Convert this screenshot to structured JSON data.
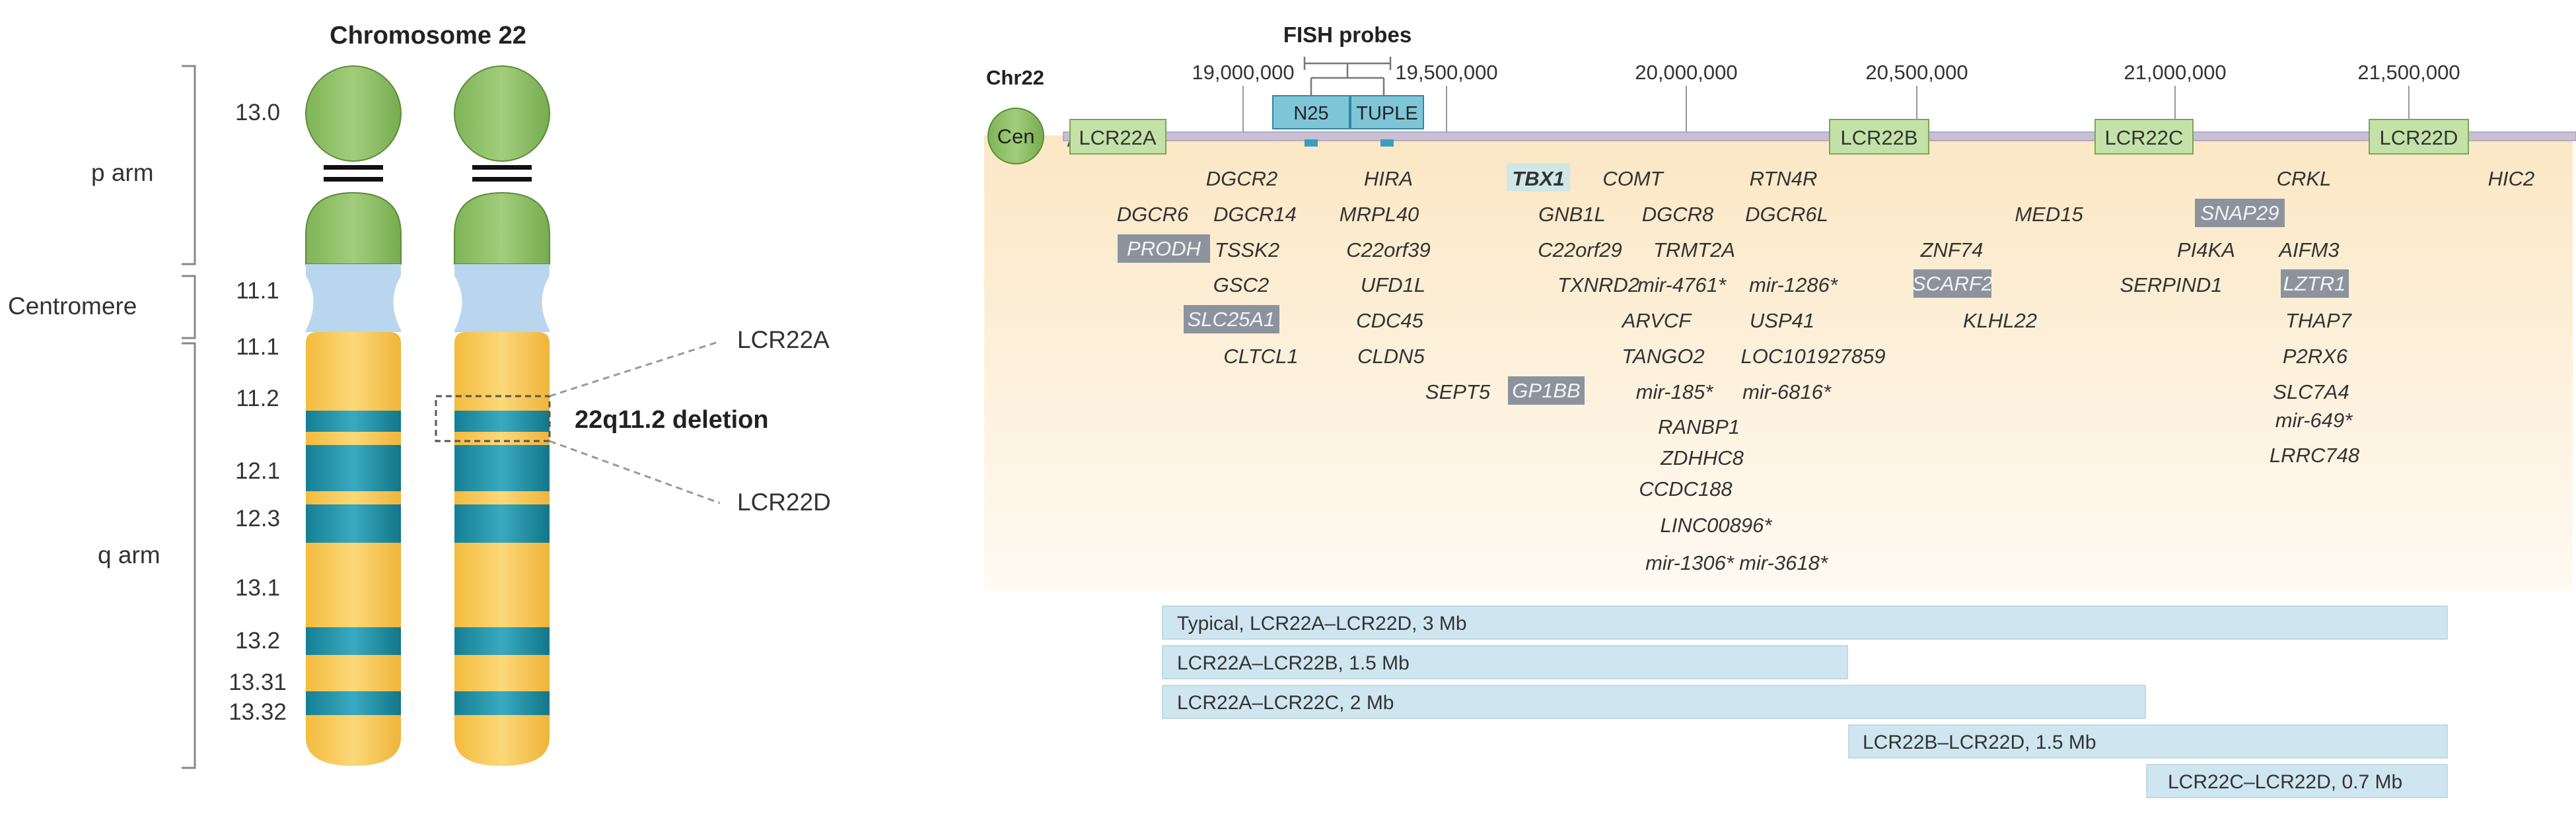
{
  "chromosome_panel": {
    "title": "Chromosome 22",
    "band_labels": [
      "13.0",
      "11.1",
      "11.1",
      "11.2",
      "12.1",
      "12.3",
      "13.1",
      "13.2",
      "13.31",
      "13.32"
    ],
    "region_labels": {
      "p_arm": "p arm",
      "centromere": "Centromere",
      "q_arm": "q arm"
    },
    "callouts": {
      "lcr22a": "LCR22A",
      "lcr22d": "LCR22D",
      "deletion": "22q11.2 deletion"
    }
  },
  "map_panel": {
    "fish_title": "FISH probes",
    "chr_label": "Chr22",
    "positions": [
      "19,000,000",
      "19,500,000",
      "20,000,000",
      "20,500,000",
      "21,000,000",
      "21,500,000"
    ],
    "centromere_label": "Cen",
    "lcr_labels": [
      "LCR22A",
      "LCR22B",
      "LCR22C",
      "LCR22D"
    ],
    "probe_labels": [
      "N25",
      "TUPLE"
    ],
    "genes": [
      "DGCR2",
      "HIRA",
      "TBX1",
      "COMT",
      "RTN4R",
      "CRKL",
      "HIC2",
      "DGCR6",
      "DGCR14",
      "MRPL40",
      "GNB1L",
      "DGCR8",
      "DGCR6L",
      "MED15",
      "SNAP29",
      "PRODH",
      "TSSK2",
      "C22orf39",
      "C22orf29",
      "TRMT2A",
      "ZNF74",
      "PI4KA",
      "AIFM3",
      "GSC2",
      "UFD1L",
      "TXNRD2",
      "mir-4761*",
      "mir-1286*",
      "SCARF2",
      "SERPIND1",
      "LZTR1",
      "SLC25A1",
      "CDC45",
      "ARVCF",
      "USP41",
      "KLHL22",
      "THAP7",
      "CLTCL1",
      "CLDN5",
      "TANGO2",
      "LOC101927859",
      "P2RX6",
      "SEPT5",
      "GP1BB",
      "mir-185*",
      "mir-6816*",
      "SLC7A4",
      "RANBP1",
      "mir-649*",
      "ZDHHC8",
      "LRRC748",
      "CCDC188",
      "LINC00896*",
      "mir-1306*",
      "mir-3618*"
    ],
    "deletions": [
      "Typical, LCR22A–LCR22D, 3 Mb",
      "LCR22A–LCR22B, 1.5 Mb",
      "LCR22A–LCR22C, 2 Mb",
      "LCR22B–LCR22D, 1.5 Mb",
      "LCR22C–LCR22D, 0.7 Mb"
    ]
  },
  "colors": {
    "green": "#8dbf63",
    "yellow": "#f7c95a",
    "teal": "#1d8fa5",
    "centromere_blue": "#b9d6ee",
    "lcr_fill": "#c4e2a8",
    "probe_fill": "#7fc5d8",
    "highlight_gray": "#8c939c",
    "deletion_bar": "#cfe6f0",
    "region_bg": "#fdf0d8"
  }
}
